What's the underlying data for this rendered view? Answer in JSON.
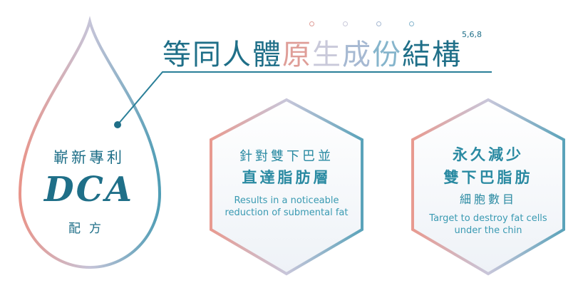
{
  "headline": {
    "parts": [
      "等同人體",
      "原",
      "生",
      "成",
      "份",
      "結構"
    ],
    "superscript": "5,6,8"
  },
  "drop": {
    "line1": "嶄新專利",
    "line2": "DCA",
    "line3": "配方"
  },
  "hexagons": [
    {
      "zh_line1": "針對雙下巴並",
      "zh_line2": "直達脂肪層",
      "en_line1": "Results in a noticeable",
      "en_line2": "reduction of submental fat"
    },
    {
      "zh_line1": "永久減少",
      "zh_line2": "雙下巴脂肪",
      "zh_line3": "細胞數目",
      "en_line1": "Target to destroy fat cells",
      "en_line2": "under the chin"
    }
  ],
  "colors": {
    "teal": "#1f6f88",
    "pink": "#df9e98",
    "lavender": "#c9c9da",
    "blue": "#86b5cc"
  }
}
